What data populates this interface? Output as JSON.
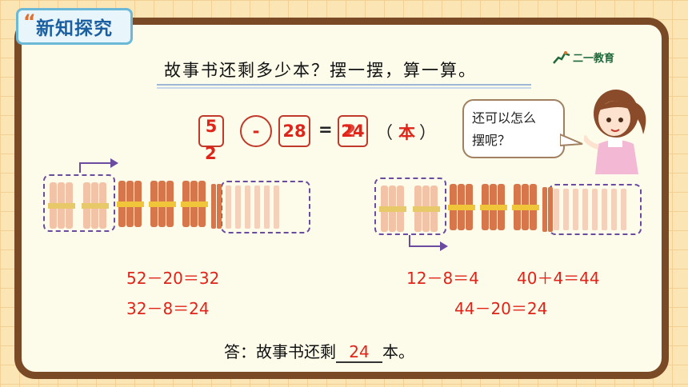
{
  "tag": {
    "label": "新知探究"
  },
  "question": "故事书还剩多少本？摆一摆，算一算。",
  "logo": {
    "text": "二一教育"
  },
  "equation": {
    "minuend_top": "5",
    "minuend_bottom": "2",
    "operator": "-",
    "subtrahend": "28",
    "equals": "=",
    "result": "24",
    "result_overlap": "2",
    "paren_open": "（",
    "unit": "本",
    "paren_close": "）"
  },
  "bubble": {
    "line1": "还可以怎么",
    "line2": "摆呢？"
  },
  "left_calc": {
    "line1": "52－20＝32",
    "line2": "32－8＝24"
  },
  "right_calc": {
    "line1a": "12－8＝4",
    "line1b": "40＋4＝44",
    "line2": "44－20＝24"
  },
  "answer": {
    "prefix": "答：故事书还剩",
    "value": "24",
    "suffix": "本。"
  },
  "colors": {
    "accent_red": "#e0241a",
    "board_frame": "#7a4a26",
    "dash_purple": "#6a4ba0"
  }
}
